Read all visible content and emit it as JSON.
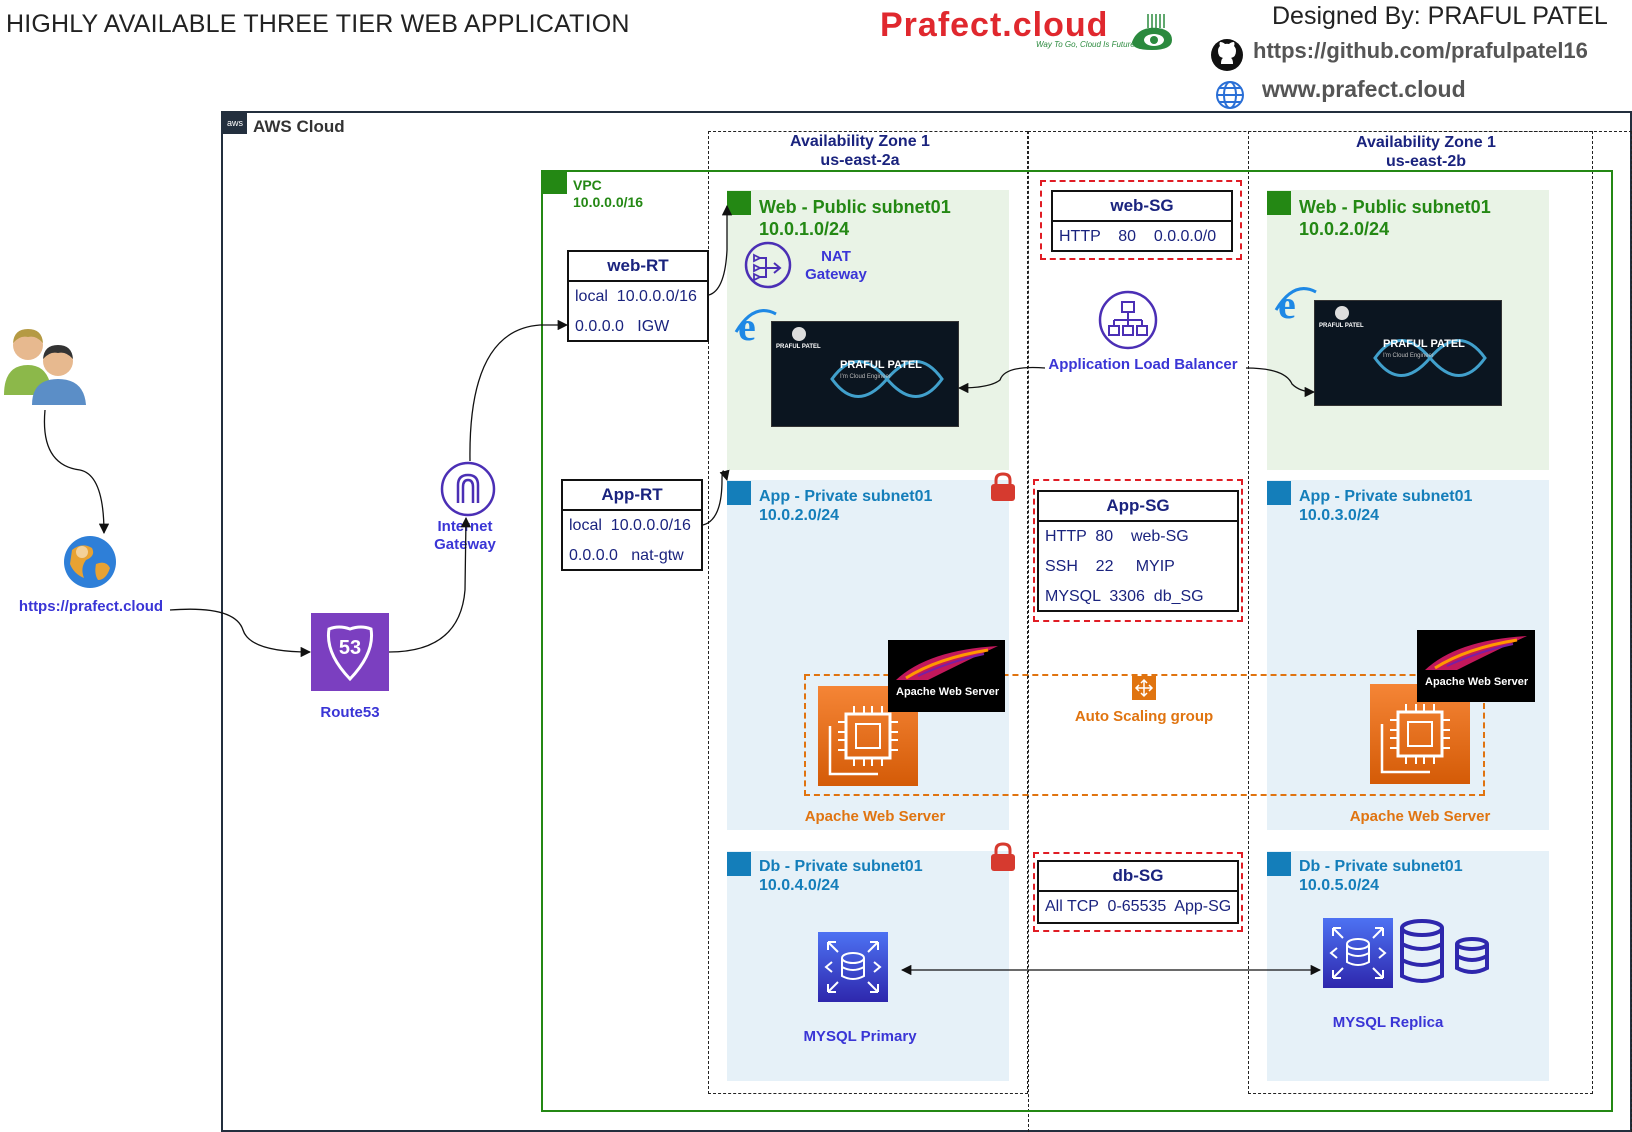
{
  "header": {
    "title": "HIGHLY AVAILABLE THREE TIER WEB APPLICATION",
    "logo_text": "Prafect.cloud",
    "logo_tagline": "Way To Go, Cloud Is Future!",
    "designed_by": "Designed By: PRAFUL PATEL",
    "github_link": "https://github.com/prafulpatel16",
    "website_link": "www.prafect.cloud"
  },
  "external": {
    "domain_label": "https://prafect.cloud",
    "route53_label": "Route53",
    "route53_icon_text": "53",
    "igw_label": "Internet Gateway"
  },
  "aws": {
    "cloud_label": "AWS Cloud",
    "badge_text": "aws"
  },
  "vpc": {
    "label": "VPC",
    "cidr": "10.0.0.0/16"
  },
  "zones": [
    {
      "name": "Availability Zone 1",
      "region": "us-east-2a"
    },
    {
      "name": "Availability Zone 1",
      "region": "us-east-2b"
    }
  ],
  "route_tables": {
    "web": {
      "title": "web-RT",
      "rows": [
        "local  10.0.0.0/16",
        "0.0.0.0   IGW"
      ]
    },
    "app": {
      "title": "App-RT",
      "rows": [
        "local  10.0.0.0/16",
        "0.0.0.0   nat-gtw"
      ]
    }
  },
  "subnets": {
    "web_a": {
      "title": "Web - Public subnet01",
      "cidr": "10.0.1.0/24"
    },
    "web_b": {
      "title": "Web - Public subnet01",
      "cidr": "10.0.2.0/24"
    },
    "app_a": {
      "title": "App - Private subnet01",
      "cidr": "10.0.2.0/24"
    },
    "app_b": {
      "title": "App - Private subnet01",
      "cidr": "10.0.3.0/24"
    },
    "db_a": {
      "title": "Db - Private subnet01",
      "cidr": "10.0.4.0/24"
    },
    "db_b": {
      "title": "Db - Private subnet01",
      "cidr": "10.0.5.0/24"
    }
  },
  "security_groups": {
    "web": {
      "title": "web-SG",
      "rows": [
        "HTTP    80    0.0.0.0/0"
      ]
    },
    "app": {
      "title": "App-SG",
      "rows": [
        "HTTP  80    web-SG",
        "SSH    22     MYIP",
        "MYSQL  3306  db_SG"
      ]
    },
    "db": {
      "title": "db-SG",
      "rows": [
        "All TCP  0-65535  App-SG"
      ]
    }
  },
  "components": {
    "nat_label": "NAT Gateway",
    "alb_label": "Application Load Balancer",
    "asg_label": "Auto Scaling group",
    "apache_badge": "Apache Web Server",
    "apache_label_a": "Apache Web Server",
    "apache_label_b": "Apache Web Server",
    "site_name": "PRAFUL PATEL",
    "site_role": "I'm Cloud Engineer",
    "site_nav_name": "PRAFUL PATEL",
    "mysql_primary": "MYSQL Primary",
    "mysql_replica": "MYSQL Replica"
  },
  "colors": {
    "vpc_green": "#248814",
    "subnet_blue": "#147eba",
    "sg_red": "#e01c24",
    "asg_orange": "#e07410",
    "label_blue": "#3a35d6"
  }
}
